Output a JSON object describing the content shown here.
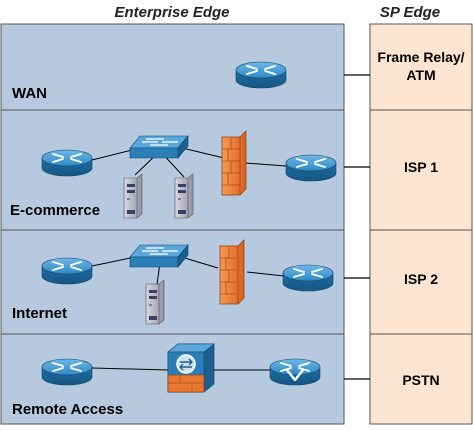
{
  "headers": {
    "enterprise_edge": "Enterprise Edge",
    "sp_edge": "SP Edge"
  },
  "modules": [
    {
      "label": "WAN"
    },
    {
      "label": "E-commerce"
    },
    {
      "label": "Internet"
    },
    {
      "label": "Remote Access"
    }
  ],
  "sp_modules": [
    {
      "line1": "Frame Relay/",
      "line2": "ATM"
    },
    {
      "line1": "ISP 1",
      "line2": ""
    },
    {
      "line1": "ISP 2",
      "line2": ""
    },
    {
      "line1": "PSTN",
      "line2": ""
    }
  ],
  "colors": {
    "enterprise_fill": "#b7c9de",
    "sp_fill": "#fde5d2",
    "border": "#555555",
    "device_blue": "#2e89c4",
    "firewall_orange": "#e9772f",
    "server_gray": "#b9b9c4"
  },
  "icons": {
    "router": "router-icon",
    "switch": "switch-icon",
    "server": "server-icon",
    "firewall": "firewall-icon",
    "vpn": "vpn-concentrator-icon",
    "voice_router": "voice-router-icon"
  }
}
